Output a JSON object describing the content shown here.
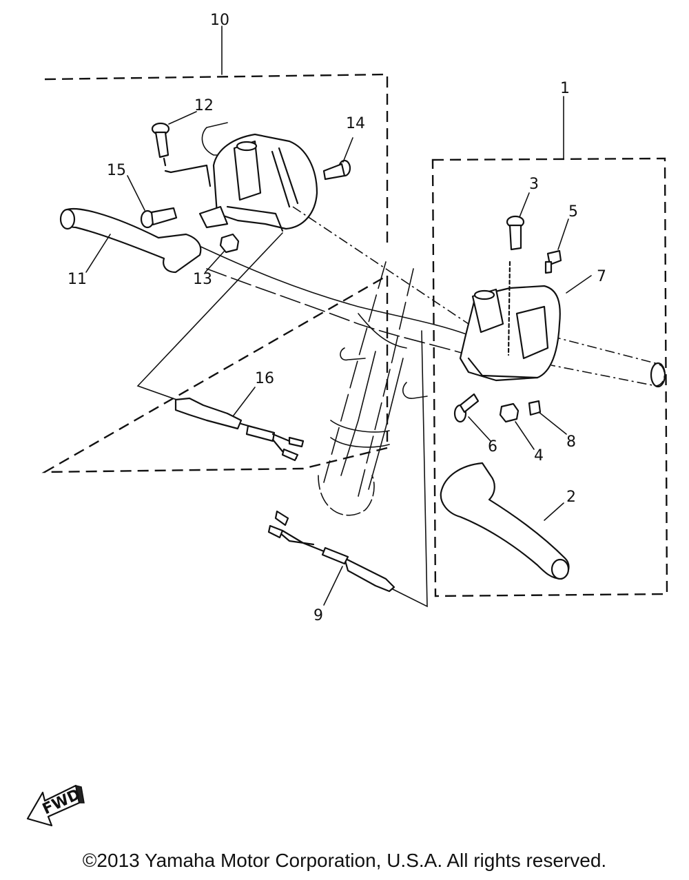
{
  "callouts": {
    "c1": "1",
    "c2": "2",
    "c3": "3",
    "c4": "4",
    "c5": "5",
    "c6": "6",
    "c7": "7",
    "c8": "8",
    "c9": "9",
    "c10": "10",
    "c11": "11",
    "c12": "12",
    "c13": "13",
    "c14": "14",
    "c15": "15",
    "c16": "16"
  },
  "fwd_label": "FWD",
  "copyright": "©2013 Yamaha Motor Corporation, U.S.A. All rights reserved."
}
